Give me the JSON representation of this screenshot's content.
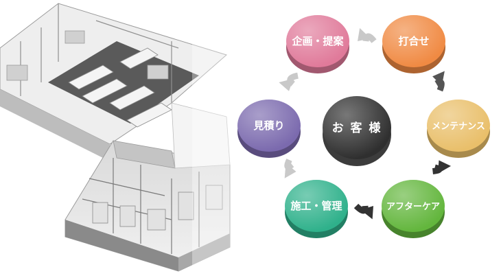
{
  "center": {
    "label": "お 客 様",
    "color": "#2f2f2f"
  },
  "nodes": [
    {
      "id": "proposal",
      "label": "企画・提案",
      "color": "#e07a9a"
    },
    {
      "id": "meeting",
      "label": "打合せ",
      "color": "#f08a43"
    },
    {
      "id": "maintenance",
      "label": "メンテナンス",
      "color": "#e9bf6a"
    },
    {
      "id": "aftercare",
      "label": "アフターケア",
      "color": "#63b63d"
    },
    {
      "id": "construction",
      "label": "施工・管理",
      "color": "#2fb18b"
    },
    {
      "id": "estimate",
      "label": "見積り",
      "color": "#7b6aae"
    }
  ],
  "arrows": [
    {
      "from": "meeting",
      "to": "proposal",
      "color": "#c9c9c9"
    },
    {
      "from": "proposal",
      "to": "estimate",
      "color": "#c9c9c9"
    },
    {
      "from": "estimate",
      "to": "construction",
      "color": "#c9c9c9"
    },
    {
      "from": "construction",
      "to": "aftercare",
      "color": "#333333"
    },
    {
      "from": "aftercare",
      "to": "maintenance",
      "color": "#333333"
    },
    {
      "from": "maintenance",
      "to": "meeting",
      "color": "#555555"
    }
  ]
}
